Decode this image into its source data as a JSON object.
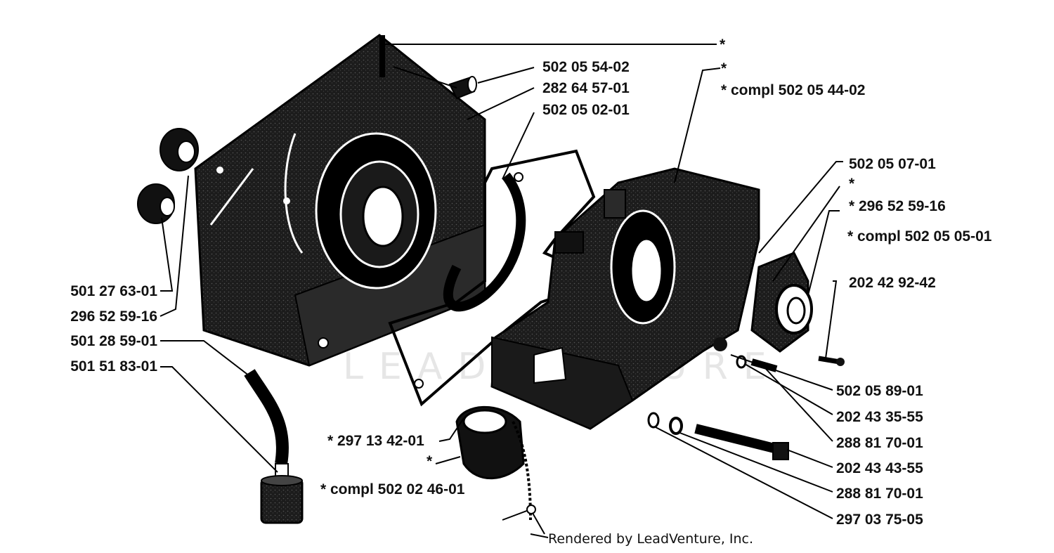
{
  "watermark": "LEADVENTURE",
  "footer": "Rendered by LeadVenture, Inc.",
  "labels": {
    "top_star_1": "*",
    "top_star_2": "*",
    "compl_crankcase": "* compl 502 05 44-02",
    "p502_05_54_02": "502 05 54-02",
    "p282_64_57_01": "282 64 57-01",
    "p502_05_02_01": "502 05 02-01",
    "p502_05_07_01": "502 05 07-01",
    "star_right": "*",
    "p296_52_59_16_right": "* 296 52 59-16",
    "compl_502_05_05_01": "* compl 502 05 05-01",
    "p202_42_92_42": "202 42 92-42",
    "p501_27_63_01": "501 27 63-01",
    "p296_52_59_16_left": "296 52 59-16",
    "p501_28_59_01": "501 28 59-01",
    "p501_51_83_01": "501 51 83-01",
    "p502_05_89_01": "502 05 89-01",
    "p202_43_35_55": "202 43 35-55",
    "p288_81_70_01_a": "288 81 70-01",
    "p202_43_43_55": "202 43 43-55",
    "p288_81_70_01_b": "288 81 70-01",
    "p297_03_75_05": "297 03 75-05",
    "p297_13_42_01": "* 297 13 42-01",
    "star_cap": "*",
    "compl_502_02_46_01": "* compl 502 02 46-01"
  }
}
